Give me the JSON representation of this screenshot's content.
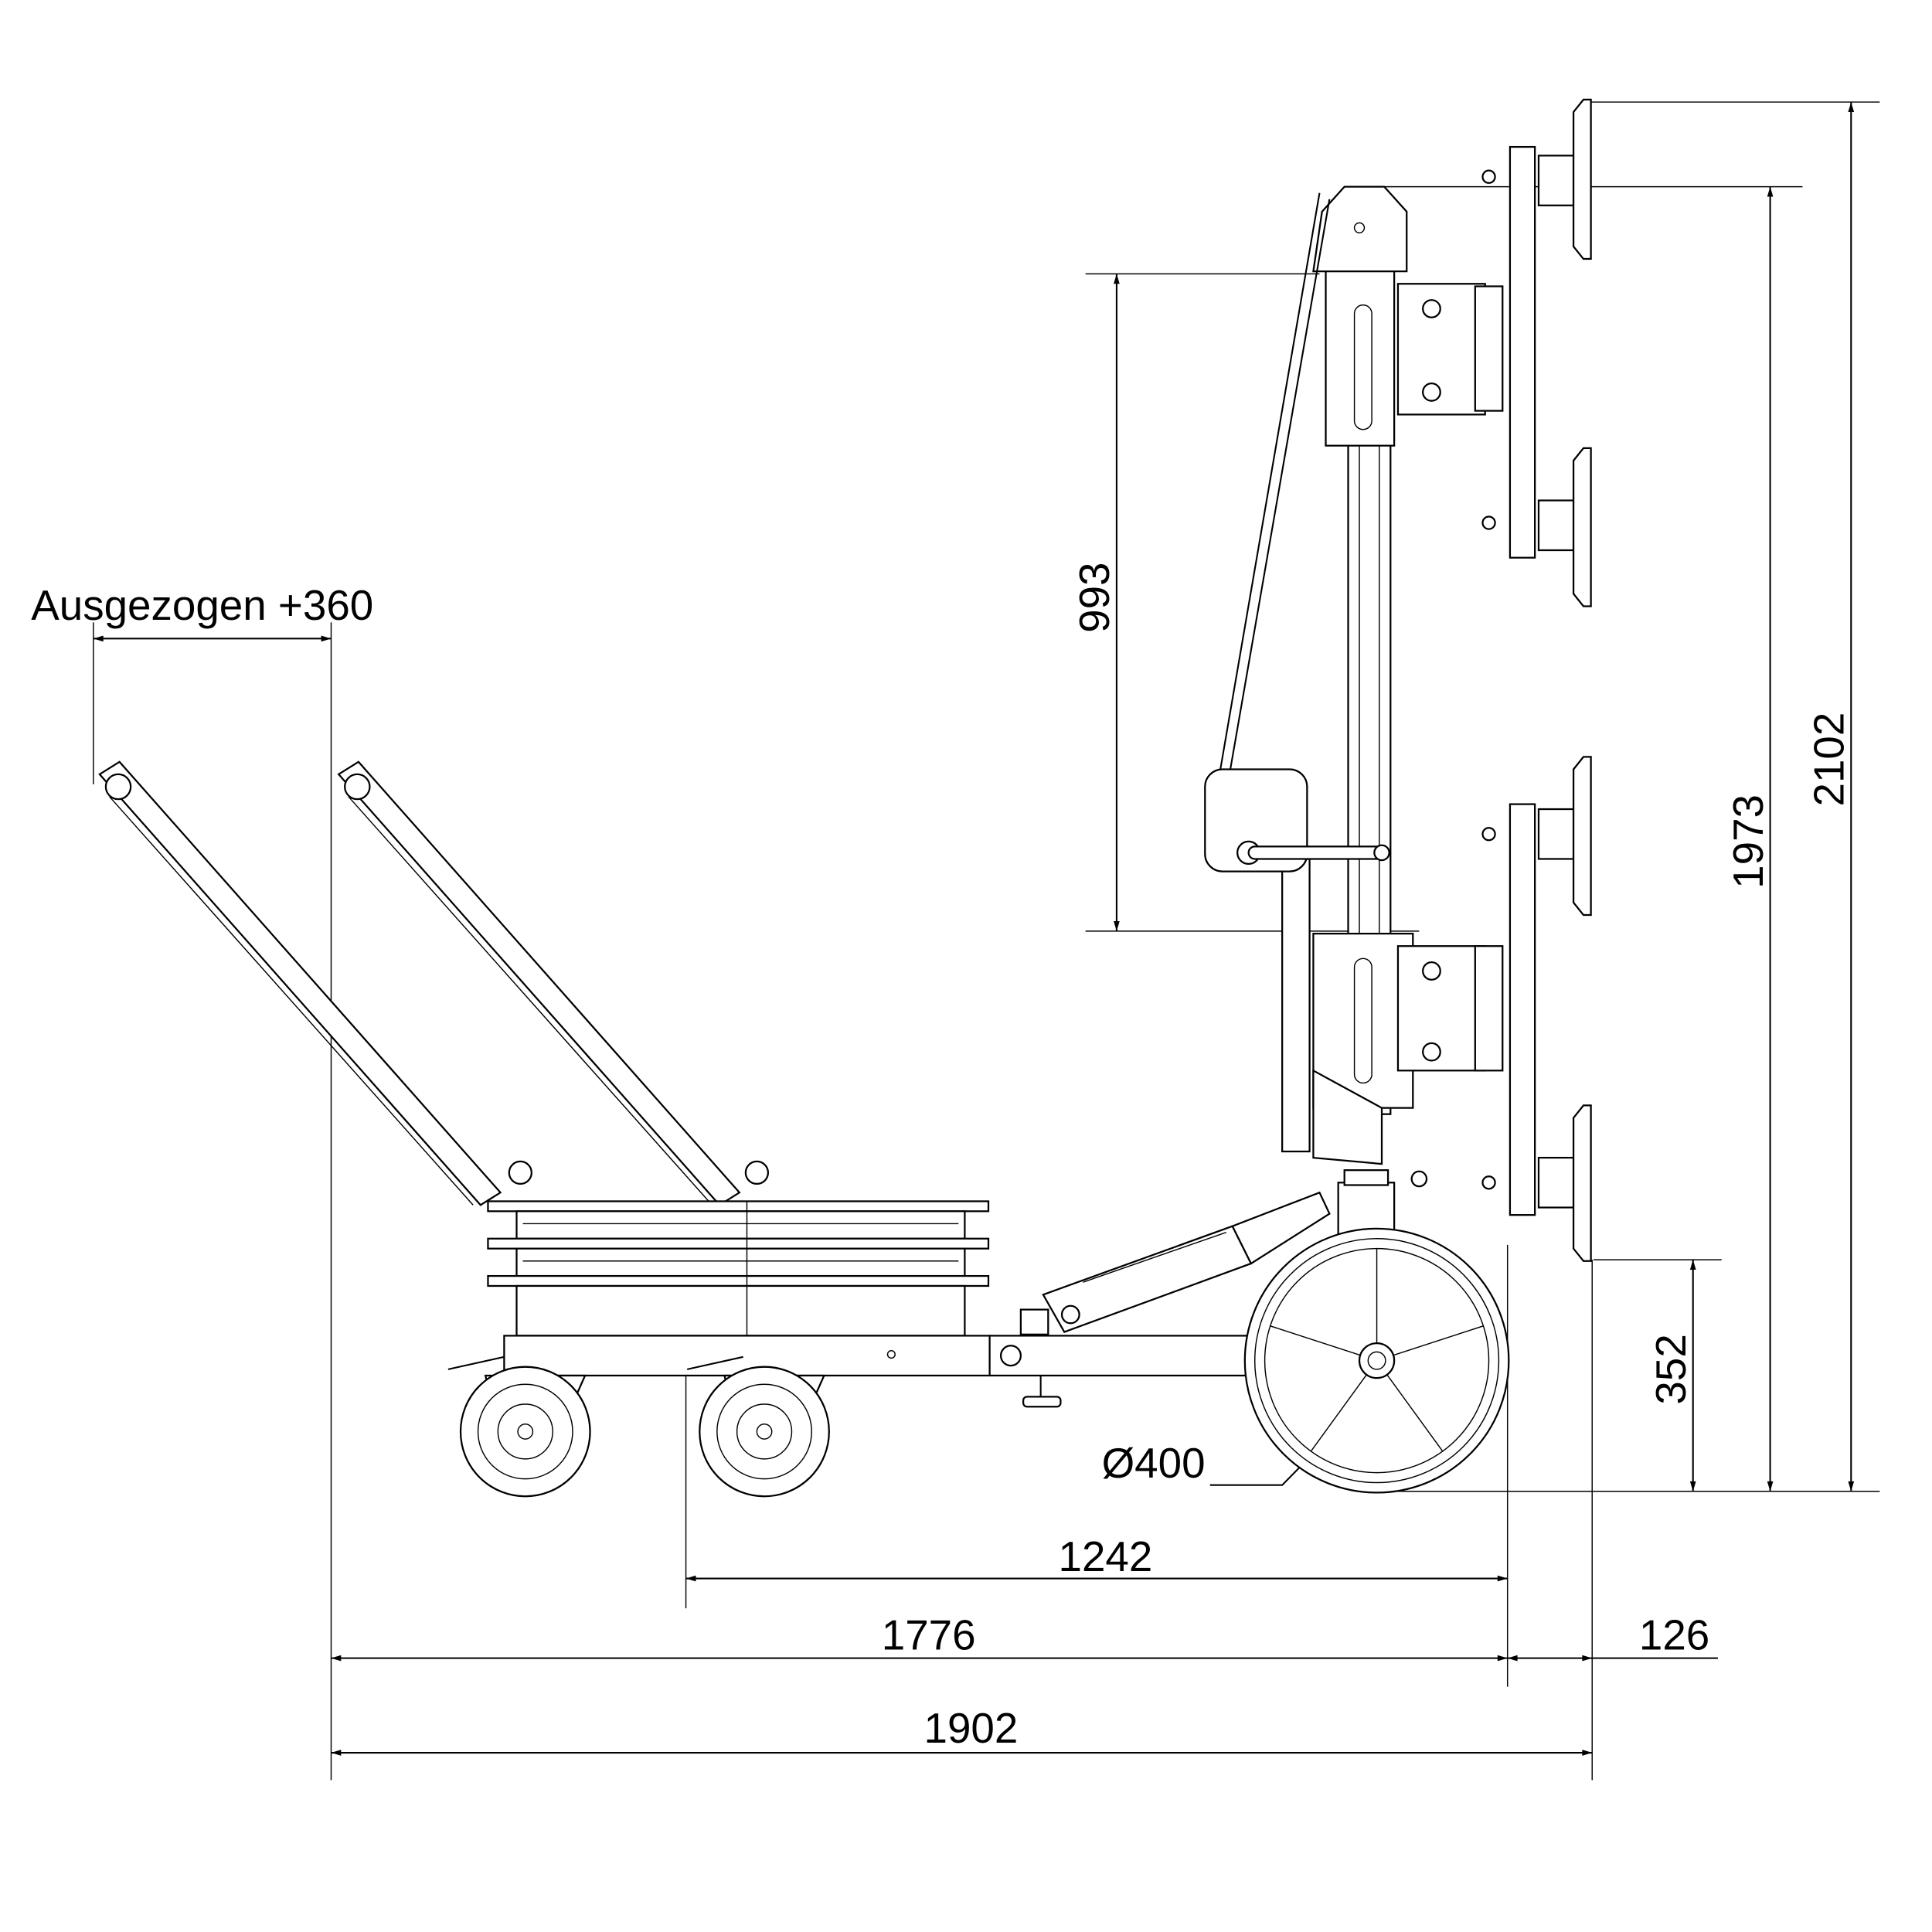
{
  "drawing": {
    "labels": {
      "extended": "Ausgezogen +360",
      "lift_height": "993",
      "total_height": "2102",
      "height_1973": "1973",
      "plate_bottom_height": "352",
      "wheel_diameter": "Ø400",
      "length_1242": "1242",
      "length_1776": "1776",
      "suction_offset": "126",
      "total_length": "1902"
    },
    "colors": {
      "line": "#000000",
      "background": "#ffffff"
    }
  }
}
